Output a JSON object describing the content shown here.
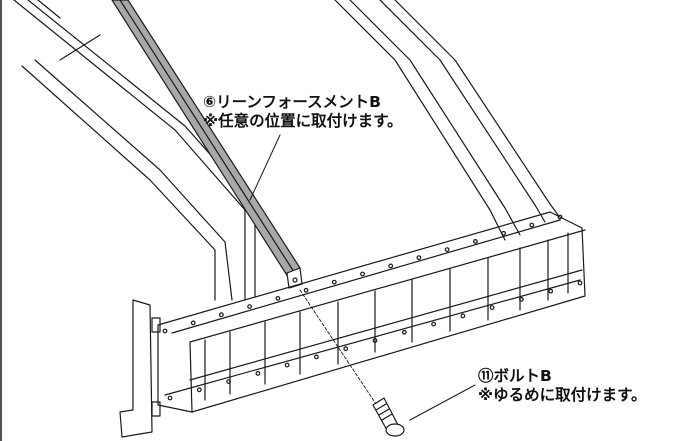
{
  "callouts": {
    "part6": {
      "name": "⑥リーンフォースメントB",
      "note": "※任意の位置に取付けます。"
    },
    "part11": {
      "name": "⑪ボルトB",
      "note": "※ゆるめに取付けます。"
    }
  },
  "colors": {
    "line": "#1a1a1a",
    "reinforcement_fill": "#a8a8a8",
    "background": "#ffffff"
  }
}
